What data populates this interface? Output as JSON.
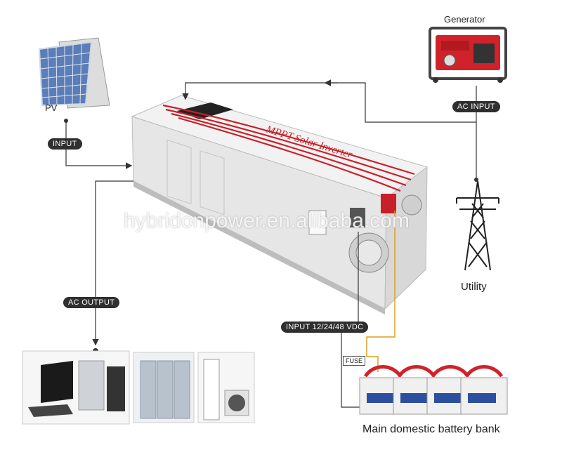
{
  "labels": {
    "generator": "Generator",
    "pv": "PV",
    "input": "INPUT",
    "ac_input": "AC INPUT",
    "utility": "Utility",
    "ac_output": "AC OUTPUT",
    "dc_input": "INPUT 12/24/48  VDC",
    "fuse": "FUSE",
    "battery_bank": "Main domestic battery bank"
  },
  "inverter": {
    "brand_text": "MPPT Solar Inverter"
  },
  "watermark": "hybridonpower.en.alibaba.com",
  "colors": {
    "tag_bg": "#2f2f2f",
    "line": "#333333",
    "battery_positive": "#d9a020",
    "accent_red": "#c8202a",
    "inverter_body": "#ececec"
  },
  "icons": [
    "solar-panel-icon",
    "generator-icon",
    "power-tower-icon",
    "computer-icon",
    "switchgear-icon",
    "air-conditioner-icon",
    "battery-icon"
  ]
}
